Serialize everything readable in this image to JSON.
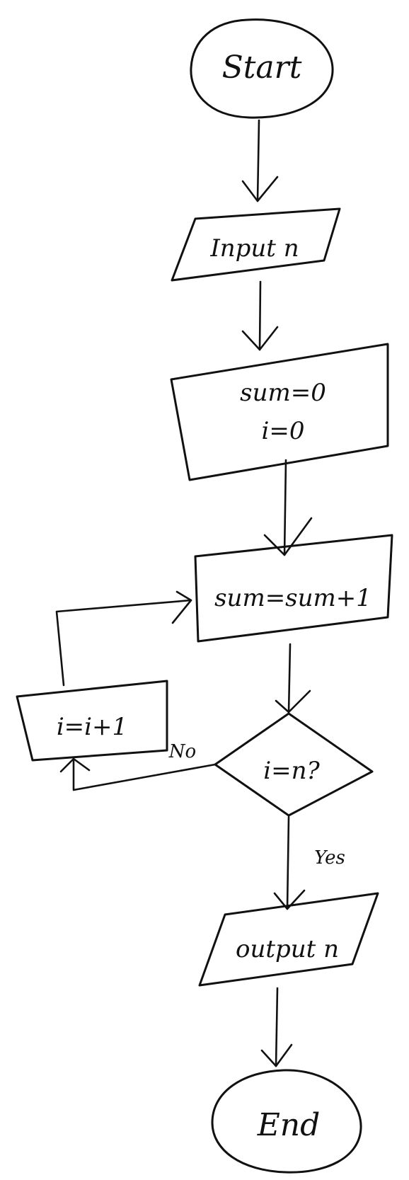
{
  "nodes": {
    "start": "Start",
    "input": "Input n",
    "init_sum": "sum=0",
    "init_i": "i=0",
    "update_sum": "sum=sum+1",
    "decision": "i=n?",
    "increment": "i=i+1",
    "output": "output n",
    "end": "End"
  },
  "edges": {
    "no": "No",
    "yes": "Yes"
  },
  "colors": {
    "ink": "#111111",
    "paper": "#ffffff"
  }
}
